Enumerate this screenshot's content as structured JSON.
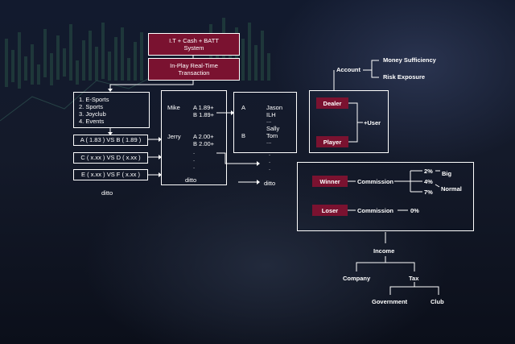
{
  "top_boxes": {
    "system": [
      "I.T + Cash + BATT",
      "System"
    ],
    "inplay": [
      "In-Play Real-Time",
      "Transaction"
    ]
  },
  "categories": [
    "1.   E-Sports",
    "2.   Sports",
    "3.   Joyclub",
    "4.   Events"
  ],
  "matches": [
    "A ( 1.83 ) VS B ( 1.89 )",
    "C ( x.xx ) VS D (  x.xx )",
    "E (  x.xx ) VS F (  x.xx  )"
  ],
  "ditto": "ditto",
  "players": {
    "mike": "Mike",
    "mike_a": "A  1.89+",
    "mike_b": "B  1.89+",
    "jerry": "Jerry",
    "jerry_a": "A  2.00+",
    "jerry_b": "B  2.00+"
  },
  "dots": ".",
  "names": {
    "a": "A",
    "b": "B",
    "jason": "Jason",
    "ilh": "ILH",
    "ellipsis": "...",
    "sally": "Sally",
    "tom": "Tom"
  },
  "account": {
    "label": "Account",
    "money": "Money Sufficiency",
    "risk": "Risk Exposure",
    "dealer": "Dealer",
    "player": "Player",
    "user": "+User"
  },
  "commission": {
    "winner": "Winner",
    "loser": "Loser",
    "label": "Commission",
    "p2": "2%",
    "p4": "4%",
    "p7": "7%",
    "p0": "0%",
    "big": "Big",
    "normal": "Normal"
  },
  "income": {
    "label": "Income",
    "company": "Company",
    "tax": "Tax",
    "government": "Government",
    "club": "Club"
  },
  "colors": {
    "accent": "#7a1230",
    "line": "#ffffff",
    "background": "#0e1424"
  }
}
